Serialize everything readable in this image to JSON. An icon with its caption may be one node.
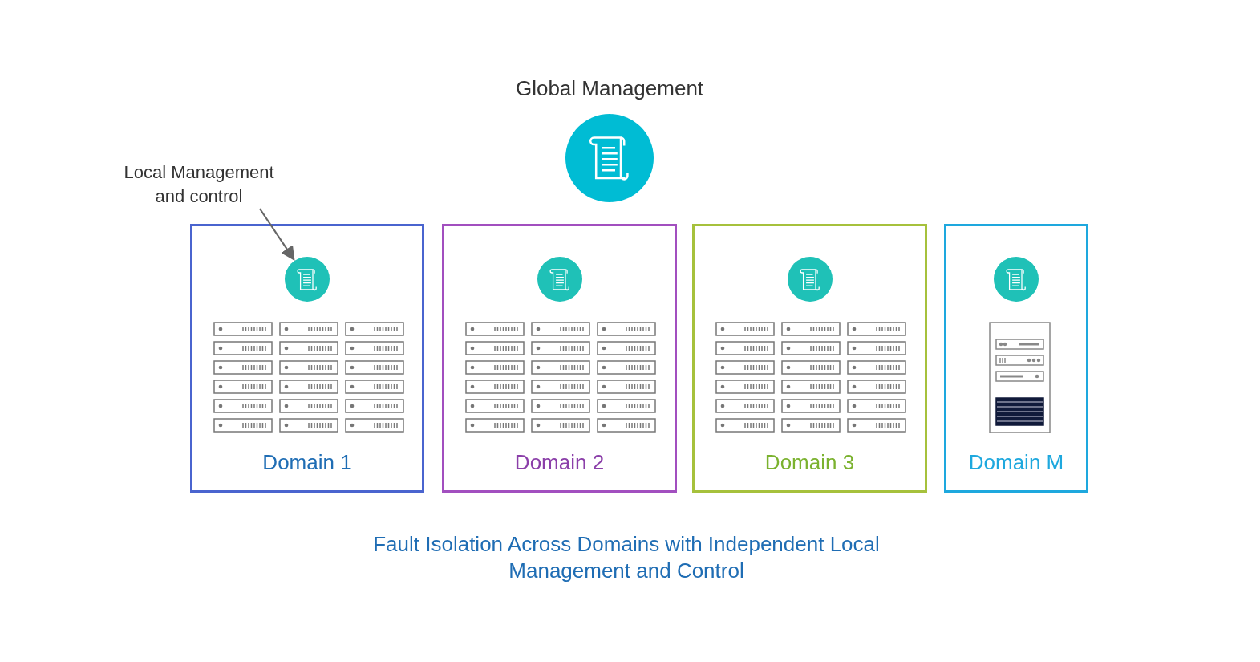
{
  "diagram": {
    "nodes": [
      {
        "text": [
          "Global Management"
        ]
      },
      {
        "text": [
          "Local Management and control"
        ]
      },
      {
        "text": [
          "Domain 1"
        ]
      },
      {
        "text": [],
        "shape": "circle",
        "in": 2
      },
      {
        "text": [
          "Domain 2"
        ]
      },
      {
        "text": [],
        "shape": "circle",
        "in": 4
      },
      {
        "text": [
          "Domain 3"
        ]
      },
      {
        "text": [],
        "shape": "circle",
        "in": 6
      },
      {
        "text": [
          "Domain M"
        ]
      },
      {
        "text": [],
        "shape": "circle",
        "in": 8
      }
    ],
    "edges": [
      {
        "from": 1,
        "to": 3,
        "arrow": "to"
      }
    ],
    "caption": "Fault Isolation Across Domains with Independent Local Management and Control"
  }
}
